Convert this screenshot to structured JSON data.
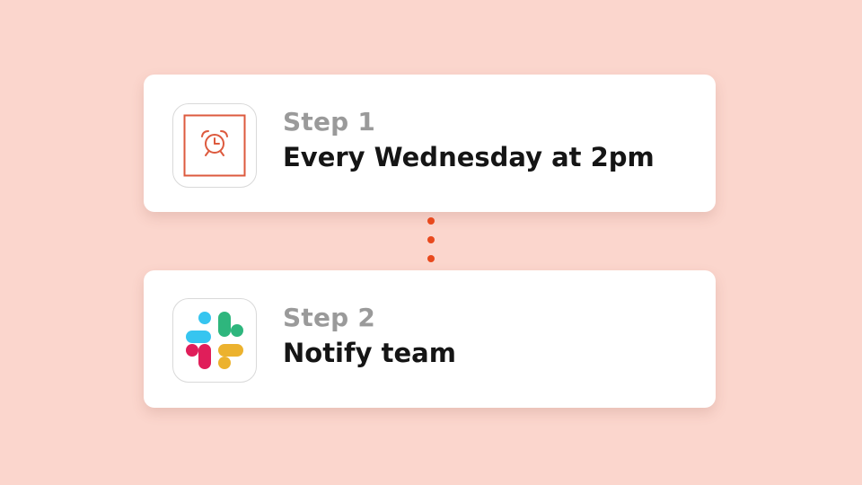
{
  "colors": {
    "background": "#fbd6cd",
    "connector": "#e8491d",
    "schedule_icon": "#dd5a3e",
    "slack_blue": "#36c5f0",
    "slack_green": "#2eb67d",
    "slack_red": "#e01e5a",
    "slack_yellow": "#ecb22e"
  },
  "steps": [
    {
      "label": "Step 1",
      "title": "Every Wednesday at 2pm",
      "icon": "alarm-clock-icon"
    },
    {
      "label": "Step 2",
      "title": "Notify team",
      "icon": "slack-logo-icon"
    }
  ]
}
